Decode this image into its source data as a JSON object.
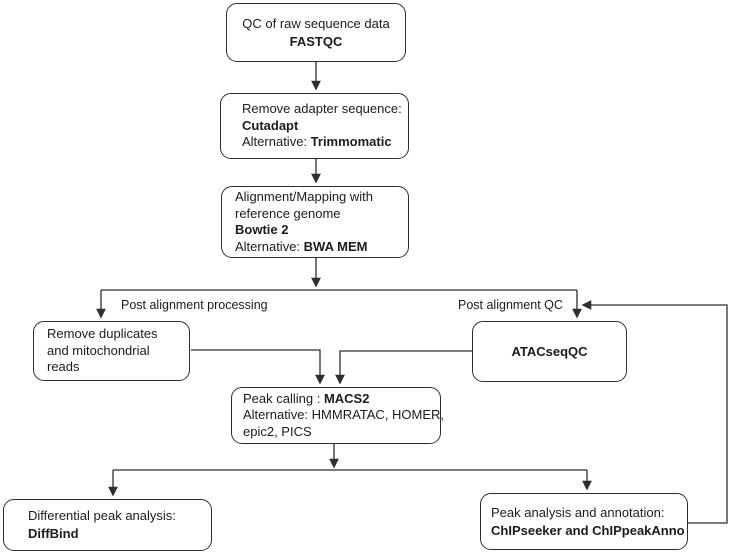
{
  "colors": {
    "stroke": "#2e2e2e",
    "text": "#1c1c1c",
    "background": "#ffffff"
  },
  "nodes": {
    "qc_raw": {
      "line1": "QC of raw sequence data",
      "tool": "FASTQC"
    },
    "adapter": {
      "line1": "Remove adapter sequence:",
      "tool": "Cutadapt",
      "alt_prefix": "Alternative: ",
      "alt": "Trimmomatic"
    },
    "alignment": {
      "line1": "Alignment/Mapping with",
      "line2": "reference genome",
      "tool": "Bowtie 2",
      "alt_prefix": "Alternative: ",
      "alt": "BWA MEM"
    },
    "dedup": {
      "line1": "Remove duplicates",
      "line2": "and mitochondrial",
      "line3": "reads"
    },
    "atacseqqc": {
      "tool": "ATACseqQC"
    },
    "peak_calling": {
      "line1_prefix": "Peak calling : ",
      "tool": "MACS2",
      "line2": "Alternative: HMMRATAC, HOMER,",
      "line3": "epic2, PICS"
    },
    "diff_peak": {
      "line1": "Differential peak analysis:",
      "tool": "DiffBind"
    },
    "annotation": {
      "line1": "Peak analysis and annotation:",
      "tool": "ChIPseeker and ChIPpeakAnno"
    }
  },
  "labels": {
    "post_processing": "Post alignment processing",
    "post_qc": "Post alignment QC"
  }
}
